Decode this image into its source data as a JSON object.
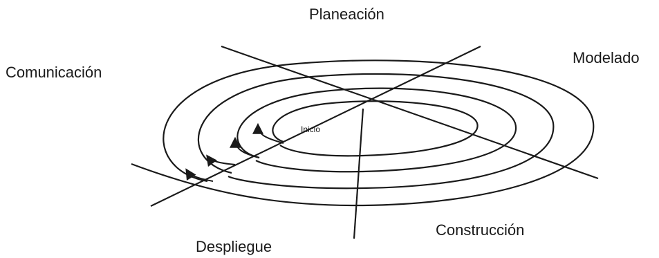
{
  "diagram": {
    "labels": {
      "planeacion": "Planeación",
      "comunicacion": "Comunicación",
      "modelado": "Modelado",
      "construccion": "Construcción",
      "despliegue": "Despliegue",
      "inicio": "Inicio"
    },
    "colors": {
      "stroke": "#1a1a1a",
      "background": "#ffffff"
    }
  }
}
